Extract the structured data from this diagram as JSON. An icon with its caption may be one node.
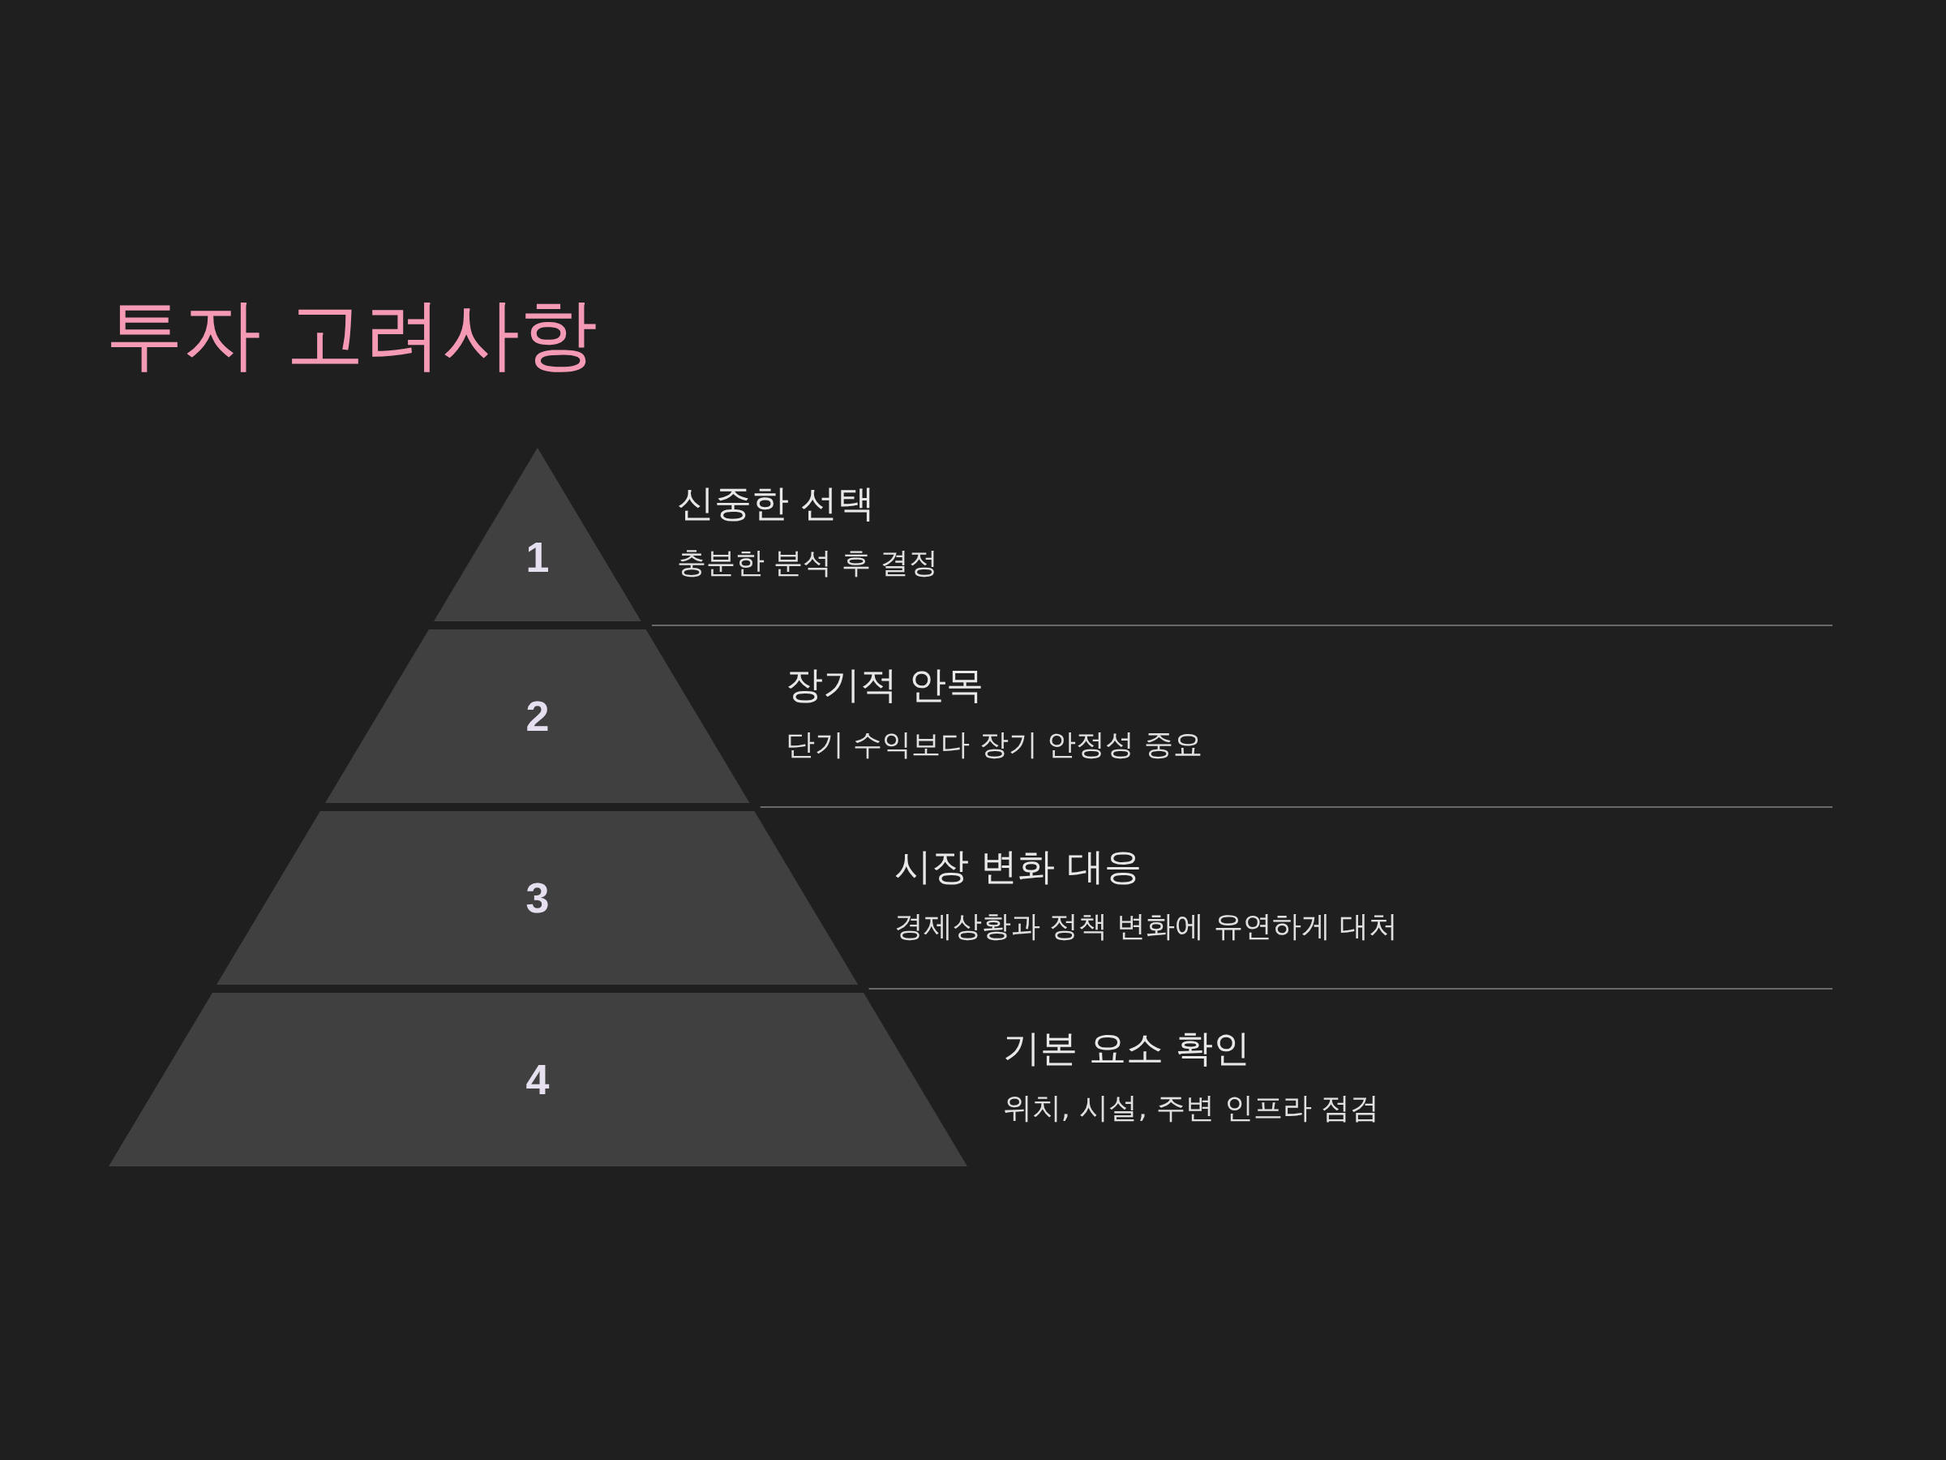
{
  "diagram": {
    "title": "투자 고려사항",
    "nodes": [
      {
        "text": [
          "1"
        ],
        "beside": [
          "신중한 선택",
          "충분한 분석 후 결정"
        ]
      },
      {
        "text": [
          "2"
        ],
        "beside": [
          "장기적 안목",
          "단기 수익보다 장기 안정성 중요"
        ]
      },
      {
        "text": [
          "3"
        ],
        "beside": [
          "시장 변화 대응",
          "경제상황과 정책 변화에 유연하게 대처"
        ]
      },
      {
        "text": [
          "4"
        ],
        "beside": [
          "기본 요소 확인",
          "위치, 시설, 주변 인프라 점검"
        ]
      }
    ],
    "edges": []
  }
}
